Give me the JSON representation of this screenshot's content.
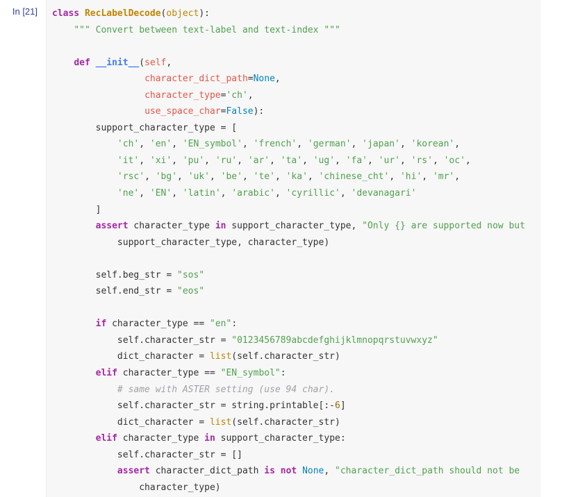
{
  "cell": {
    "prompt": "In [21]",
    "lines": [
      [
        [
          "kw",
          "class"
        ],
        [
          "t",
          " "
        ],
        [
          "cls",
          "RecLabelDecode"
        ],
        [
          "t",
          "("
        ],
        [
          "builtin",
          "object"
        ],
        [
          "t",
          "):"
        ]
      ],
      [
        [
          "t",
          "    "
        ],
        [
          "str",
          "\"\"\" Convert between text-label and text-index \"\"\""
        ]
      ],
      [
        [
          "t",
          ""
        ]
      ],
      [
        [
          "t",
          "    "
        ],
        [
          "kw",
          "def"
        ],
        [
          "t",
          " "
        ],
        [
          "fn",
          "__init__"
        ],
        [
          "t",
          "("
        ],
        [
          "param",
          "self"
        ],
        [
          "t",
          ","
        ]
      ],
      [
        [
          "t",
          "                 "
        ],
        [
          "param",
          "character_dict_path"
        ],
        [
          "t",
          "="
        ],
        [
          "const",
          "None"
        ],
        [
          "t",
          ","
        ]
      ],
      [
        [
          "t",
          "                 "
        ],
        [
          "param",
          "character_type"
        ],
        [
          "t",
          "="
        ],
        [
          "str",
          "'ch'"
        ],
        [
          "t",
          ","
        ]
      ],
      [
        [
          "t",
          "                 "
        ],
        [
          "param",
          "use_space_char"
        ],
        [
          "t",
          "="
        ],
        [
          "const",
          "False"
        ],
        [
          "t",
          "):"
        ]
      ],
      [
        [
          "t",
          "        support_character_type = ["
        ]
      ],
      [
        [
          "t",
          "            "
        ],
        [
          "str",
          "'ch'"
        ],
        [
          "t",
          ", "
        ],
        [
          "str",
          "'en'"
        ],
        [
          "t",
          ", "
        ],
        [
          "str",
          "'EN_symbol'"
        ],
        [
          "t",
          ", "
        ],
        [
          "str",
          "'french'"
        ],
        [
          "t",
          ", "
        ],
        [
          "str",
          "'german'"
        ],
        [
          "t",
          ", "
        ],
        [
          "str",
          "'japan'"
        ],
        [
          "t",
          ", "
        ],
        [
          "str",
          "'korean'"
        ],
        [
          "t",
          ","
        ]
      ],
      [
        [
          "t",
          "            "
        ],
        [
          "str",
          "'it'"
        ],
        [
          "t",
          ", "
        ],
        [
          "str",
          "'xi'"
        ],
        [
          "t",
          ", "
        ],
        [
          "str",
          "'pu'"
        ],
        [
          "t",
          ", "
        ],
        [
          "str",
          "'ru'"
        ],
        [
          "t",
          ", "
        ],
        [
          "str",
          "'ar'"
        ],
        [
          "t",
          ", "
        ],
        [
          "str",
          "'ta'"
        ],
        [
          "t",
          ", "
        ],
        [
          "str",
          "'ug'"
        ],
        [
          "t",
          ", "
        ],
        [
          "str",
          "'fa'"
        ],
        [
          "t",
          ", "
        ],
        [
          "str",
          "'ur'"
        ],
        [
          "t",
          ", "
        ],
        [
          "str",
          "'rs'"
        ],
        [
          "t",
          ", "
        ],
        [
          "str",
          "'oc'"
        ],
        [
          "t",
          ","
        ]
      ],
      [
        [
          "t",
          "            "
        ],
        [
          "str",
          "'rsc'"
        ],
        [
          "t",
          ", "
        ],
        [
          "str",
          "'bg'"
        ],
        [
          "t",
          ", "
        ],
        [
          "str",
          "'uk'"
        ],
        [
          "t",
          ", "
        ],
        [
          "str",
          "'be'"
        ],
        [
          "t",
          ", "
        ],
        [
          "str",
          "'te'"
        ],
        [
          "t",
          ", "
        ],
        [
          "str",
          "'ka'"
        ],
        [
          "t",
          ", "
        ],
        [
          "str",
          "'chinese_cht'"
        ],
        [
          "t",
          ", "
        ],
        [
          "str",
          "'hi'"
        ],
        [
          "t",
          ", "
        ],
        [
          "str",
          "'mr'"
        ],
        [
          "t",
          ","
        ]
      ],
      [
        [
          "t",
          "            "
        ],
        [
          "str",
          "'ne'"
        ],
        [
          "t",
          ", "
        ],
        [
          "str",
          "'EN'"
        ],
        [
          "t",
          ", "
        ],
        [
          "str",
          "'latin'"
        ],
        [
          "t",
          ", "
        ],
        [
          "str",
          "'arabic'"
        ],
        [
          "t",
          ", "
        ],
        [
          "str",
          "'cyrillic'"
        ],
        [
          "t",
          ", "
        ],
        [
          "str",
          "'devanagari'"
        ]
      ],
      [
        [
          "t",
          "        ]"
        ]
      ],
      [
        [
          "t",
          "        "
        ],
        [
          "kw",
          "assert"
        ],
        [
          "t",
          " character_type "
        ],
        [
          "kw",
          "in"
        ],
        [
          "t",
          " support_character_type, "
        ],
        [
          "str",
          "\"Only {} are supported now but"
        ]
      ],
      [
        [
          "t",
          "            support_character_type, character_type)"
        ]
      ],
      [
        [
          "t",
          ""
        ]
      ],
      [
        [
          "t",
          "        self.beg_str = "
        ],
        [
          "str",
          "\"sos\""
        ]
      ],
      [
        [
          "t",
          "        self.end_str = "
        ],
        [
          "str",
          "\"eos\""
        ]
      ],
      [
        [
          "t",
          ""
        ]
      ],
      [
        [
          "t",
          "        "
        ],
        [
          "kw",
          "if"
        ],
        [
          "t",
          " character_type == "
        ],
        [
          "str",
          "\"en\""
        ],
        [
          "t",
          ":"
        ]
      ],
      [
        [
          "t",
          "            self.character_str = "
        ],
        [
          "str",
          "\"0123456789abcdefghijklmnopqrstuvwxyz\""
        ]
      ],
      [
        [
          "t",
          "            dict_character = "
        ],
        [
          "builtin",
          "list"
        ],
        [
          "t",
          "(self.character_str)"
        ]
      ],
      [
        [
          "t",
          "        "
        ],
        [
          "kw",
          "elif"
        ],
        [
          "t",
          " character_type == "
        ],
        [
          "str",
          "\"EN_symbol\""
        ],
        [
          "t",
          ":"
        ]
      ],
      [
        [
          "t",
          "            "
        ],
        [
          "cm",
          "# same with ASTER setting (use 94 char)."
        ]
      ],
      [
        [
          "t",
          "            self.character_str = string.printable[:-"
        ],
        [
          "num",
          "6"
        ],
        [
          "t",
          "]"
        ]
      ],
      [
        [
          "t",
          "            dict_character = "
        ],
        [
          "builtin",
          "list"
        ],
        [
          "t",
          "(self.character_str)"
        ]
      ],
      [
        [
          "t",
          "        "
        ],
        [
          "kw",
          "elif"
        ],
        [
          "t",
          " character_type "
        ],
        [
          "kw",
          "in"
        ],
        [
          "t",
          " support_character_type:"
        ]
      ],
      [
        [
          "t",
          "            self.character_str = []"
        ]
      ],
      [
        [
          "t",
          "            "
        ],
        [
          "kw",
          "assert"
        ],
        [
          "t",
          " character_dict_path "
        ],
        [
          "kw",
          "is not"
        ],
        [
          "t",
          " "
        ],
        [
          "const",
          "None"
        ],
        [
          "t",
          ", "
        ],
        [
          "str",
          "\"character_dict_path should not be"
        ]
      ],
      [
        [
          "t",
          "                character_type)"
        ]
      ]
    ]
  }
}
